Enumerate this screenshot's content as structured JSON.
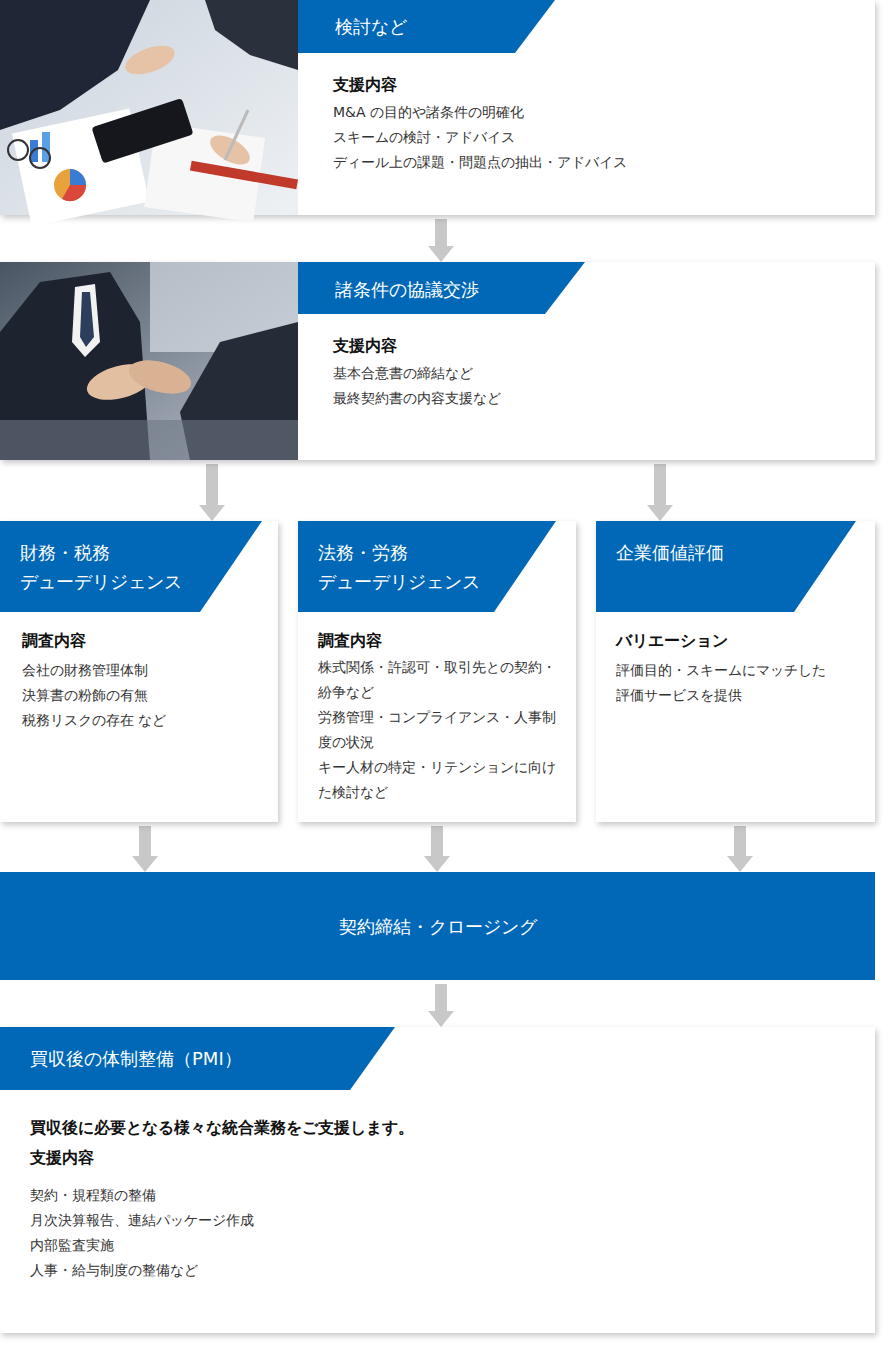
{
  "diagram": {
    "nodes": [
      {
        "text": [
          "検討など",
          "支援内容",
          "M&A の目的や諸条件の明確化",
          "スキームの検討・アドバイス",
          "ディール上の課題・問題点の抽出・アドバイス"
        ]
      },
      {
        "text": [
          "諸条件の協議交渉",
          "支援内容",
          "基本合意書の締結など",
          "最終契約書の内容支援など"
        ]
      },
      {
        "text": [
          "財務・税務 デューデリジェンス",
          "調査内容",
          "会社の財務管理体制",
          "決算書の粉飾の有無",
          "税務リスクの存在 など"
        ]
      },
      {
        "text": [
          "法務・労務 デューデリジェンス",
          "調査内容",
          "株式関係・許認可・取引先との契約・紛争など",
          "労務管理・コンプライアンス・人事制度の状況",
          "キー人材の特定・リテンションに向けた検討など"
        ]
      },
      {
        "text": [
          "企業価値評価",
          "バリエーション",
          "評価目的・スキームにマッチした評価サービスを提供"
        ]
      },
      {
        "text": [
          "契約締結・クロージング"
        ]
      },
      {
        "text": [
          "買収後の体制整備（PMI）",
          "買収後に必要となる様々な統合業務をご支援します。",
          "支援内容",
          "契約・規程類の整備",
          "月次決算報告、連結パッケージ作成",
          "内部監査実施",
          "人事・給与制度の整備など"
        ]
      }
    ],
    "edges": [
      {
        "from": 0,
        "to": 1,
        "arrow": "to"
      },
      {
        "from": 1,
        "to": 2,
        "arrow": "to"
      },
      {
        "from": 1,
        "to": 4,
        "arrow": "to"
      },
      {
        "from": 2,
        "to": 5,
        "arrow": "to"
      },
      {
        "from": 3,
        "to": 5,
        "arrow": "to"
      },
      {
        "from": 4,
        "to": 5,
        "arrow": "to"
      },
      {
        "from": 5,
        "to": 6,
        "arrow": "to"
      }
    ]
  }
}
